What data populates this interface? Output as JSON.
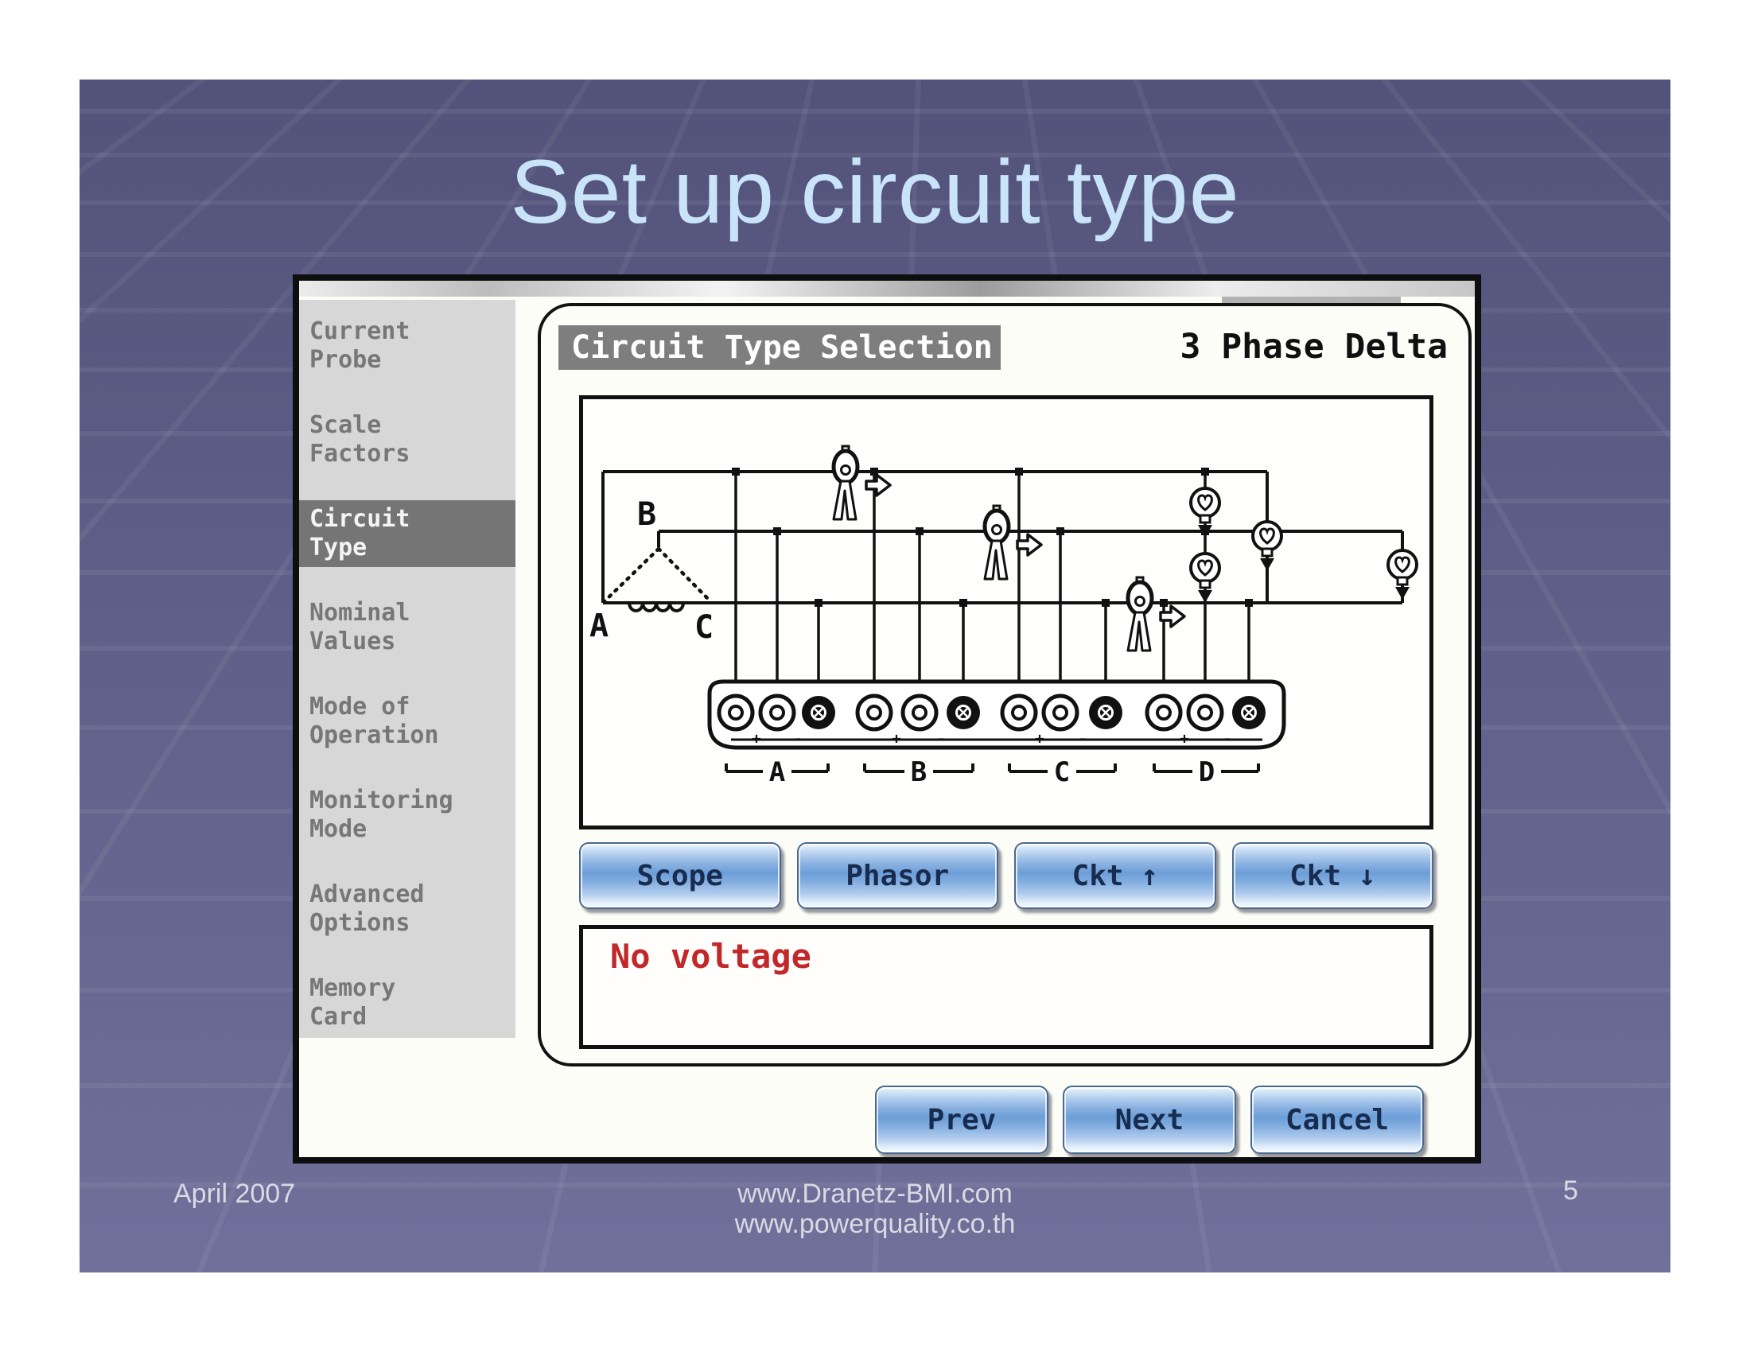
{
  "slide": {
    "title": "Set up circuit type",
    "footer": {
      "date": "April 2007",
      "url_line1": "www.Dranetz-BMI.com",
      "url_line2": "www.powerquality.co.th",
      "page_number": "5"
    }
  },
  "device_screen": {
    "sidebar": {
      "items": [
        "Current Probe",
        "Scale Factors",
        "Circuit Type",
        "Nominal Values",
        "Mode of Operation",
        "Monitoring Mode",
        "Advanced Options",
        "Memory Card"
      ],
      "active_item": "Circuit Type"
    },
    "header": {
      "title": "Circuit Type Selection",
      "selected_circuit": "3 Phase Delta"
    },
    "diagram": {
      "delta_labels": {
        "a": "A",
        "b": "B",
        "c": "C"
      },
      "channel_groups": [
        "A",
        "B",
        "C",
        "D"
      ],
      "polarity": {
        "plus": "+",
        "minus": "-"
      }
    },
    "action_buttons": [
      {
        "label": "Scope"
      },
      {
        "label": "Phasor"
      },
      {
        "label": "Ckt ↑"
      },
      {
        "label": "Ckt ↓"
      }
    ],
    "status_message": "No voltage",
    "nav_buttons": [
      {
        "label": "Prev"
      },
      {
        "label": "Next"
      },
      {
        "label": "Cancel"
      }
    ]
  },
  "colors": {
    "slide_background": "#62628c",
    "title_text": "#c9e4f9",
    "button_blue": "#6d9ed8",
    "status_red": "#c2272a",
    "sidebar_gray": "#d7d7d7",
    "highlight_gray": "#757575"
  }
}
